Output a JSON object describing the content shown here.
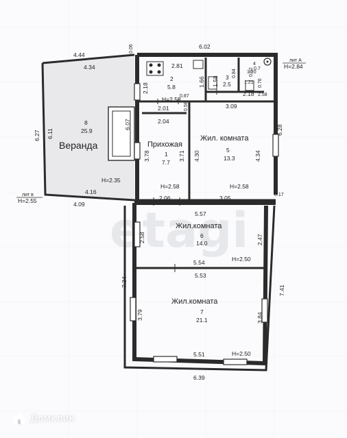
{
  "plan": {
    "lit_a": "лит А",
    "h_a": "Н=2.84",
    "lit_v": "лит в",
    "h_v": "Н=2.55",
    "rooms": [
      {
        "id": "veranda",
        "name": "Веранда",
        "number": "8",
        "area": "25.9",
        "height": "Н=2.35"
      },
      {
        "id": "kitchen",
        "name": "",
        "number": "2",
        "area": "5.8",
        "height": "Н=2.58"
      },
      {
        "id": "bath",
        "name": "",
        "number": "3",
        "area": "2.5",
        "height": ""
      },
      {
        "id": "wc",
        "name": "",
        "number": "4",
        "area": "1.20",
        "height": ""
      },
      {
        "id": "hall",
        "name": "Прихожая",
        "number": "1",
        "area": "7.7",
        "height": "Н=2.58"
      },
      {
        "id": "room5",
        "name": "Жил. комната",
        "number": "5",
        "area": "13.3",
        "height": "Н=2.58"
      },
      {
        "id": "room6",
        "name": "Жил.комната",
        "number": "6",
        "area": "14.0",
        "height": "Н=2.50"
      },
      {
        "id": "room7",
        "name": "Жил.комната",
        "number": "7",
        "area": "21.1",
        "height": "Н=2.50"
      }
    ],
    "dims": {
      "top_total": "6.02",
      "veranda_top_outer": "4.44",
      "veranda_top_inner": "4.34",
      "veranda_gap": "0.06",
      "veranda_left_outer": "6.27",
      "veranda_left_inner": "6.11",
      "veranda_right": "6.07",
      "veranda_bottom_inner": "4.16",
      "veranda_bottom_outer": "4.09",
      "kitchen_top": "2.81",
      "kitchen_left": "2.18",
      "kitchen_right": "1.66",
      "bath_left": "1.58",
      "bath_bottom": "2.18",
      "bath_top": "0.84",
      "wc_top": "0.7",
      "wc_left": "0.92",
      "wc_right": "0.76",
      "wc_bottom": "2.58",
      "wc_inner": "1.21",
      "hall_top_a": "2.01",
      "hall_top_b": "2.04",
      "hall_small": "0.87",
      "hall_gap": "0.58",
      "hall_left": "3.78",
      "hall_right": "3.71",
      "room5_top": "3.09",
      "room5_left": "4.30",
      "room5_right": "4.34",
      "right_upper": "6.28",
      "right_gap": "0.17",
      "hall_bottom": "2.06",
      "room5_bottom": "3.05",
      "room6_top": "5.57",
      "room6_left": "2.58",
      "room6_right": "2.47",
      "room6_bottom": "5.54",
      "room7_top": "5.53",
      "room7_left": "3.79",
      "room7_right": "3.84",
      "room7_bottom_inner": "5.51",
      "room7_bottom_outer": "6.39",
      "left_lower": "7.34",
      "right_lower": "7.41"
    }
  },
  "watermark": "etagi",
  "brand": {
    "name": "Домклик",
    "icon": "house-logo-icon"
  }
}
